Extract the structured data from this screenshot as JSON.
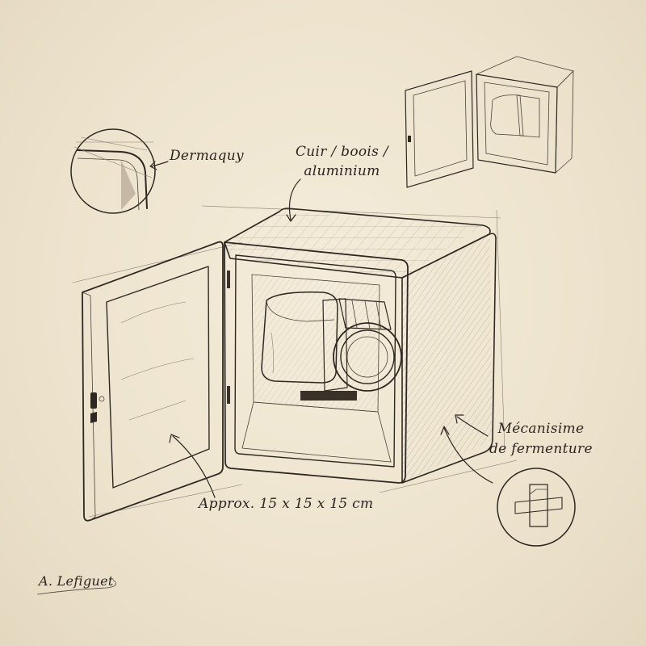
{
  "labels": {
    "leather": "Dermaquy",
    "materials_line1": "Cuir / boois /",
    "materials_line2": "aluminium",
    "closure_line1": "Mécanisime",
    "closure_line2": "de fermenture",
    "dimensions": "Approx. 15 x 15 x 15 cm",
    "signature": "A. Lefiguet"
  },
  "colors": {
    "paper": "#efe6d3",
    "ink": "#2e2822",
    "shade_dark": "#5a4d40",
    "shade_mid": "#9b8c78",
    "shade_light": "#cbbfa8"
  }
}
